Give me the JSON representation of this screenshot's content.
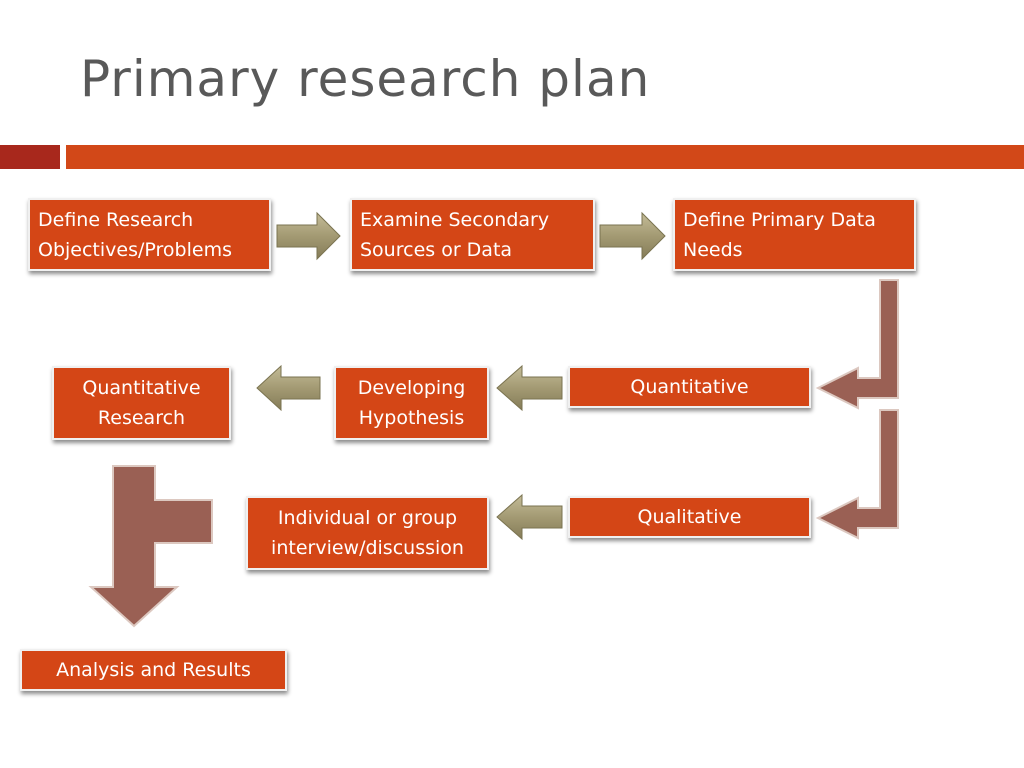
{
  "slide": {
    "title": "Primary research plan"
  },
  "boxes": {
    "define_objectives": "Define Research Objectives/Problems",
    "examine_secondary": "Examine Secondary Sources or Data",
    "define_primary": "Define Primary Data Needs",
    "quantitative": "Quantitative",
    "developing_hypothesis": "Developing Hypothesis",
    "quantitative_research": "Quantitative Research",
    "qualitative": "Qualitative",
    "interview": "Individual or group interview/discussion",
    "analysis": "Analysis and Results"
  },
  "colors": {
    "box_fill": "#d44616",
    "title_bar": "#d24818",
    "title_bar_accent": "#a8281c",
    "arrow_tan": "#a39a73",
    "arrow_brown": "#9a6054"
  }
}
